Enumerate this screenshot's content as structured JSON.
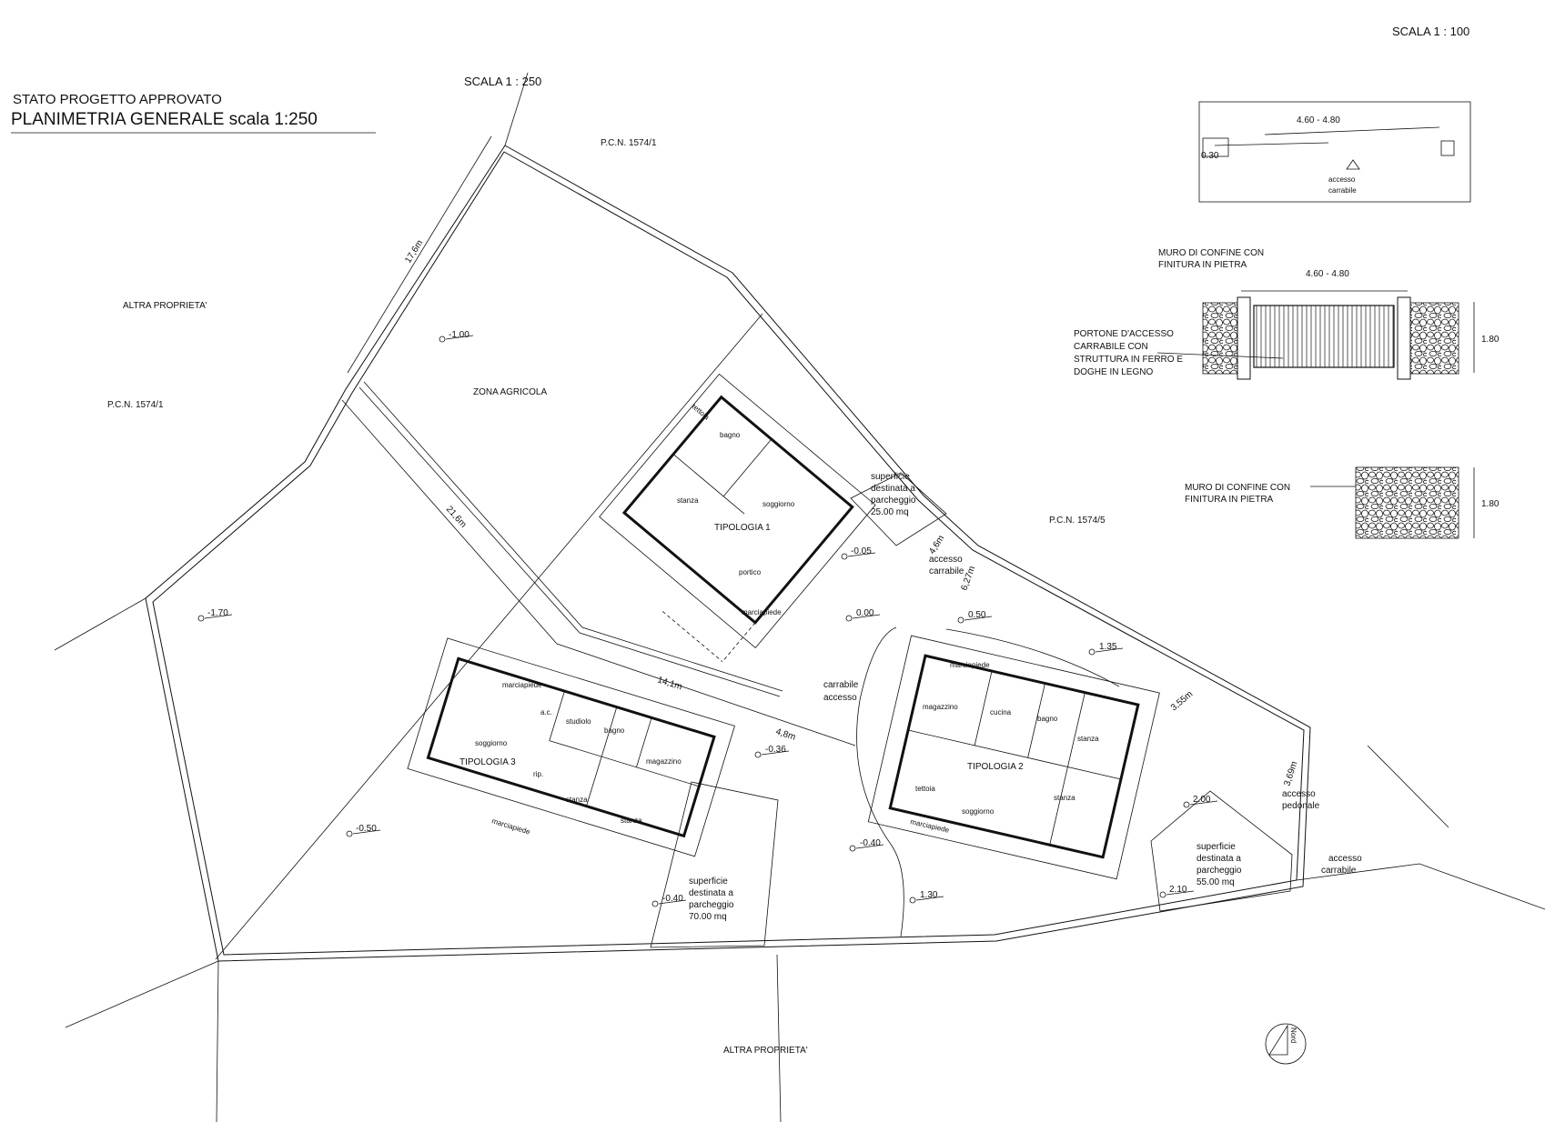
{
  "header": {
    "subtitle": "STATO PROGETTO APPROVATO",
    "title": "PLANIMETRIA GENERALE scala 1:250",
    "scale_250": "SCALA 1 : 250",
    "scale_100": "SCALA 1 : 100"
  },
  "zones": {
    "altra_proprieta_left": "ALTRA PROPRIETA'",
    "altra_proprieta_bottom": "ALTRA PROPRIETA'",
    "pcn_top": "P.C.N. 1574/1",
    "pcn_left": "P.C.N. 1574/1",
    "pcn_right": "P.C.N. 1574/5",
    "zona_agricola": "ZONA AGRICOLA"
  },
  "dimensions": {
    "d1": "17,6m",
    "d2": "21,6m",
    "d3": "14,1m",
    "d4": "4,8m",
    "d5": "4,6m",
    "d6": "6,27m",
    "d7": "3,55m",
    "d8": "3,69m"
  },
  "levels": {
    "l1": "-1.00",
    "l2": "-1.70",
    "l3": "-0.50",
    "l4": "-0.05",
    "l5": "0.00",
    "l6": "0.50",
    "l7": "1.35",
    "l8": "-0.36",
    "l9": "-0.40",
    "l10": "-0.40",
    "l11": "1.30",
    "l12": "2.00",
    "l13": "2.10"
  },
  "tipologia1": {
    "name": "TIPOLOGIA 1",
    "tettoia": "tettoia",
    "bagno": "bagno",
    "stanza": "stanza",
    "soggiorno": "soggiorno",
    "portico": "portico",
    "marciapiede": "marciapiede"
  },
  "tipologia2": {
    "name": "TIPOLOGIA 2",
    "marciapiede_top": "marciapiede",
    "magazzino": "magazzino",
    "cucina": "cucina",
    "bagno": "bagno",
    "stanza1": "stanza",
    "stanza2": "stanza",
    "tettoia": "tettoia",
    "soggiorno": "soggiorno",
    "marciapiede_bottom": "marciapiede"
  },
  "tipologia3": {
    "name": "TIPOLOGIA 3",
    "marciapiede_top": "marciapiede",
    "ac": "a.c.",
    "studiolo": "studiolo",
    "bagno": "bagno",
    "soggiorno": "soggiorno",
    "magazzino": "magazzino",
    "rip": "rip.",
    "stanza1": "stanza",
    "stanza2": "stanza",
    "marciapiede_bottom": "marciapiede"
  },
  "parking": {
    "p1": [
      "superficie",
      "destinata a",
      "parcheggio",
      "25.00 mq"
    ],
    "p2": [
      "superficie",
      "destinata a",
      "parcheggio",
      "70.00 mq"
    ],
    "p3": [
      "superficie",
      "destinata a",
      "parcheggio",
      "55.00 mq"
    ]
  },
  "access": {
    "accesso_carrabile_1": [
      "accesso",
      "carrabile"
    ],
    "carrabile_accesso": [
      "carrabile",
      "accesso"
    ],
    "accesso_pedonale": [
      "accesso",
      "pedonale"
    ],
    "accesso_carrabile_2": [
      "accesso",
      "carrabile"
    ]
  },
  "details": {
    "top_dim": "4.60 - 4.80",
    "top_small": "0.30",
    "top_access": [
      "accesso",
      "carrabile"
    ],
    "muro1": [
      "MURO DI CONFINE CON",
      "FINITURA IN PIETRA"
    ],
    "gate_dim": "4.60 - 4.80",
    "portone": [
      "PORTONE D'ACCESSO",
      "CARRABILE CON",
      "STRUTTURA IN FERRO E",
      "DOGHE IN LEGNO"
    ],
    "h1": "1.80",
    "muro2": [
      "MURO DI CONFINE CON",
      "FINITURA IN PIETRA"
    ],
    "h2": "1.80"
  },
  "north": "Nord"
}
